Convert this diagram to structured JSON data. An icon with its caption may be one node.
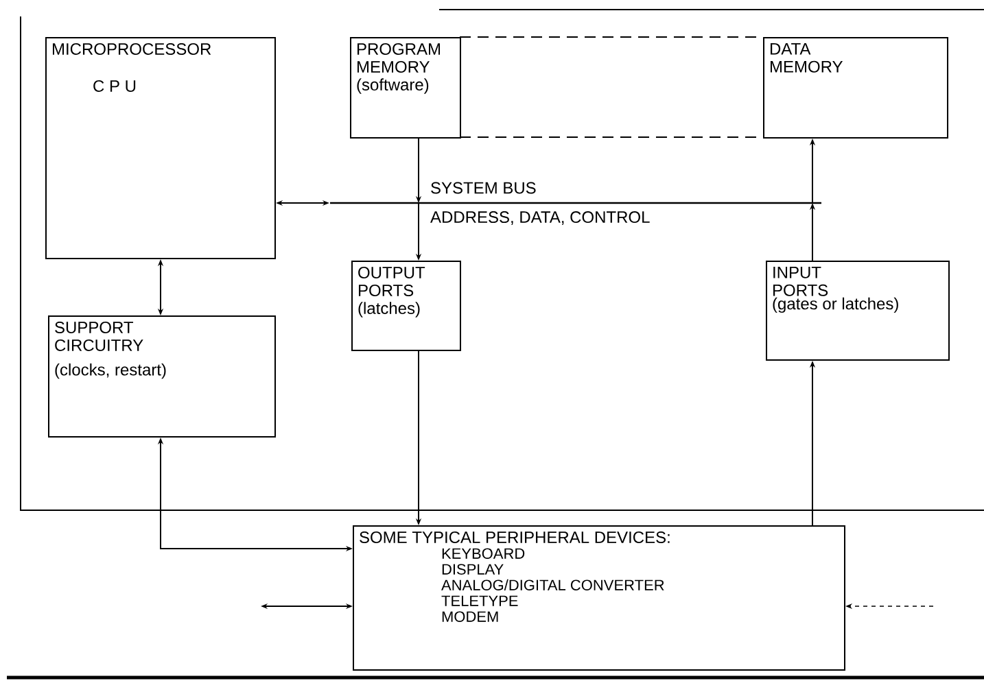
{
  "diagram": {
    "nodes": [
      {
        "text": [
          "MICROPROCESSOR",
          "C P U"
        ]
      },
      {
        "text": [
          "PROGRAM MEMORY",
          "(software)"
        ]
      },
      {
        "text": [
          "DATA MEMORY"
        ]
      },
      {
        "text": [
          "SUPPORT CIRCUITRY",
          "(clocks, restart)"
        ]
      },
      {
        "text": [
          "OUTPUT PORTS",
          "(latches)"
        ]
      },
      {
        "text": [
          "INPUT PORTS",
          "(gates or latches)"
        ]
      },
      {
        "text": [
          "SOME TYPICAL PERIPHERAL DEVICES:",
          "KEYBOARD",
          "DISPLAY",
          "ANALOG/DIGITAL CONVERTER",
          "TELETYPE",
          "MODEM"
        ]
      },
      {
        "text": [],
        "shape": "bar"
      }
    ],
    "edges": [
      {
        "from": 0,
        "to": 7,
        "arrow": "both"
      },
      {
        "from": 1,
        "to": 7,
        "arrow": "to"
      },
      {
        "from": 7,
        "to": 4,
        "arrow": "to"
      },
      {
        "from": 5,
        "to": 7,
        "arrow": "to"
      },
      {
        "from": 7,
        "to": 2,
        "arrow": "to"
      },
      {
        "from": 0,
        "to": 3,
        "arrow": "both"
      },
      {
        "from": 4,
        "to": 6,
        "arrow": "to"
      },
      {
        "from": 6,
        "to": 5,
        "arrow": "to"
      },
      {
        "from": 3,
        "to": 6,
        "arrow": "both"
      },
      {
        "from": null,
        "to": 6,
        "arrow": "both"
      },
      {
        "from": null,
        "to": 6,
        "arrow": "to",
        "style": "dashed"
      }
    ],
    "labels": [
      "SYSTEM BUS",
      "ADDRESS, DATA, CONTROL"
    ]
  }
}
